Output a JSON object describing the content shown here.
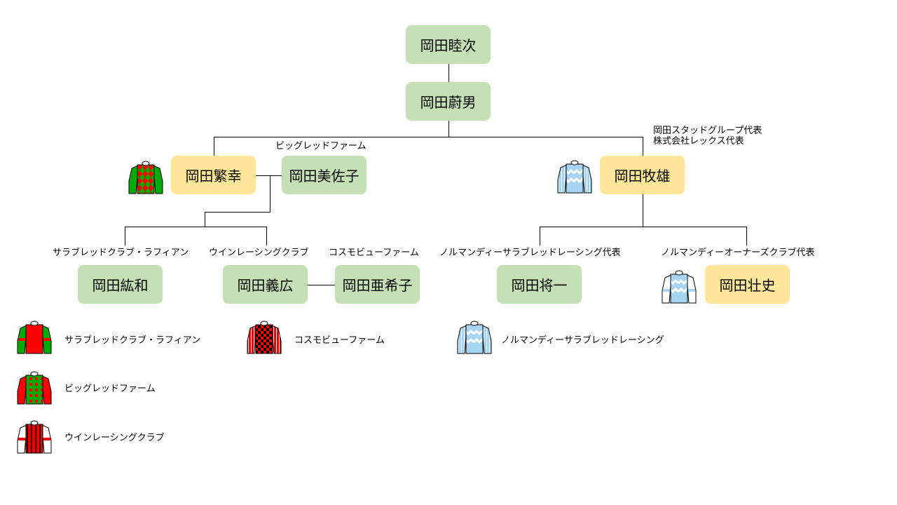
{
  "people": {
    "mutsuji": "岡田睦次",
    "shigeo": "岡田蔚男",
    "shigeyuki": "岡田繁幸",
    "misako": "岡田美佐子",
    "makio": "岡田牧雄",
    "hirokazu": "岡田紘和",
    "yoshihiro": "岡田義広",
    "akiko": "岡田亜希子",
    "shoichi": "岡田将一",
    "takeshi": "岡田壮史"
  },
  "roles": {
    "misako": "ビッグレッドファーム",
    "makio_1": "岡田スタッドグループ代表",
    "makio_2": "株式会社レックス代表",
    "hirokazu": "サラブレッドクラブ・ラフィアン",
    "yoshihiro": "ウインレーシングクラブ",
    "akiko": "コスモビューファーム",
    "shoichi": "ノルマンディーサラブレッドレーシング代表",
    "takeshi": "ノルマンディーオーナーズクラブ代表"
  },
  "legend": [
    {
      "label": "サラブレッドクラブ・ラフィアン"
    },
    {
      "label": "ビッグレッドファーム"
    },
    {
      "label": "ウインレーシングクラブ"
    },
    {
      "label": "コスモビューファーム"
    },
    {
      "label": "ノルマンディーサラブレッドレーシング"
    }
  ],
  "colors": {
    "green_box": "#c5e0b4",
    "yellow_box": "#ffe699",
    "red": "#ff0000",
    "green": "#00b000",
    "light_blue": "#a8d4f4"
  }
}
